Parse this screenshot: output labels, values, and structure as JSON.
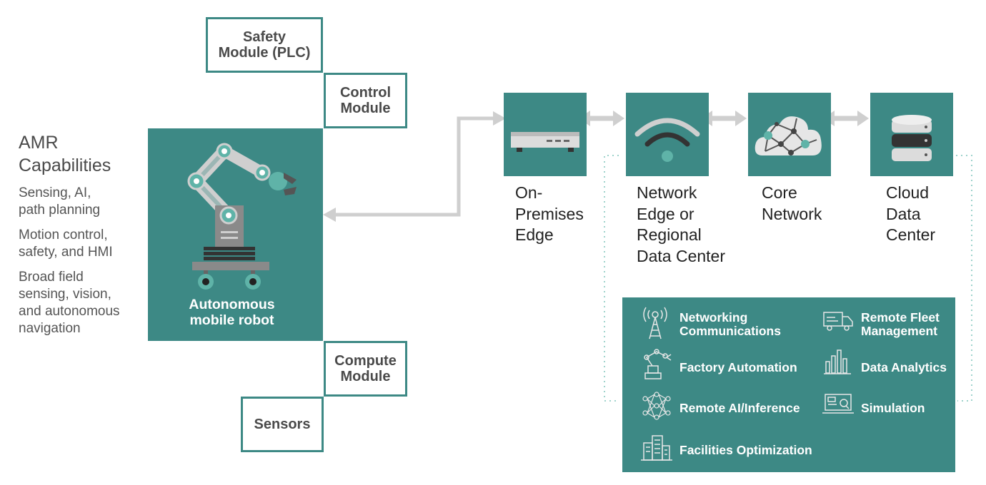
{
  "capabilities": {
    "title_line1": "AMR",
    "title_line2": "Capabilities",
    "items": [
      [
        "Sensing, AI,",
        "path planning"
      ],
      [
        "Motion control,",
        "safety, and HMI"
      ],
      [
        "Broad field",
        "sensing, vision,",
        "and autonomous",
        "navigation"
      ]
    ]
  },
  "robot": {
    "label_line1": "Autonomous",
    "label_line2": "mobile robot",
    "icon": "robot-arm-icon"
  },
  "modules": {
    "safety": [
      "Safety",
      "Module (PLC)"
    ],
    "control": [
      "Control",
      "Module"
    ],
    "compute": [
      "Compute",
      "Module"
    ],
    "sensors": [
      "Sensors"
    ]
  },
  "nodes": [
    {
      "icon": "router-icon",
      "lines": [
        "On-",
        "Premises",
        "Edge"
      ]
    },
    {
      "icon": "wifi-icon",
      "lines": [
        "Network",
        "Edge or",
        "Regional",
        "Data Center"
      ]
    },
    {
      "icon": "cloud-network-icon",
      "lines": [
        "Core",
        "Network"
      ]
    },
    {
      "icon": "database-icon",
      "lines": [
        "Cloud",
        "Data",
        "Center"
      ]
    }
  ],
  "services": [
    {
      "icon": "antenna-icon",
      "lines": [
        "Networking",
        "Communications"
      ]
    },
    {
      "icon": "delivery-truck-icon",
      "lines": [
        "Remote Fleet",
        "Management"
      ]
    },
    {
      "icon": "robot-arm-icon",
      "lines": [
        "Factory Automation"
      ]
    },
    {
      "icon": "bar-chart-icon",
      "lines": [
        "Data Analytics"
      ]
    },
    {
      "icon": "neural-network-icon",
      "lines": [
        "Remote AI/Inference"
      ]
    },
    {
      "icon": "monitor-icon",
      "lines": [
        "Simulation"
      ]
    },
    {
      "icon": "building-icon",
      "lines": [
        "Facilities Optimization"
      ]
    }
  ],
  "colors": {
    "teal": "#3d8985",
    "arrow_gray": "#cfcfcf",
    "dotted": "#9fd3cc",
    "dark_text": "#222222",
    "gray_text": "#555555"
  }
}
